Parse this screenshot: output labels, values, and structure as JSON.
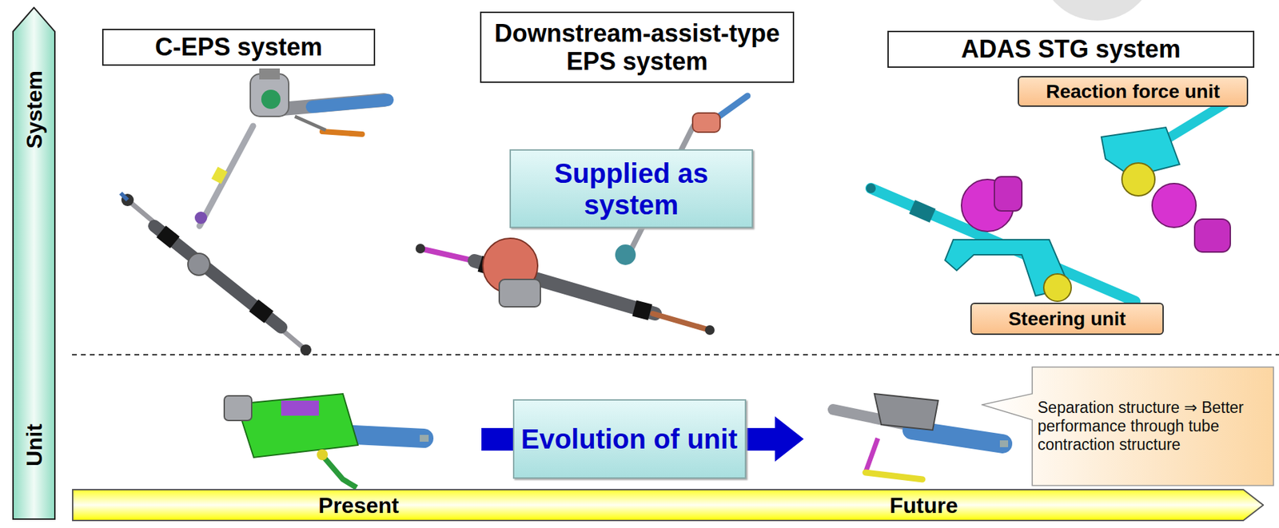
{
  "diagram": {
    "nodes": [
      {
        "text": [
          "System",
          "Unit"
        ]
      },
      {
        "text": [
          "C-EPS system"
        ]
      },
      {
        "text": [
          "Downstream-assist-type EPS system"
        ]
      },
      {
        "text": [
          "ADAS STG system"
        ]
      },
      {
        "text": [
          "Reaction force unit"
        ]
      },
      {
        "text": [
          "Supplied as system"
        ]
      },
      {
        "text": [
          "Steering unit"
        ]
      },
      {
        "text": [
          "Evolution of unit"
        ]
      },
      {
        "text": [
          "Separation structure ⇒ Better performance through tube contraction structure"
        ]
      },
      {
        "text": [
          "Present",
          "Future"
        ]
      }
    ]
  }
}
